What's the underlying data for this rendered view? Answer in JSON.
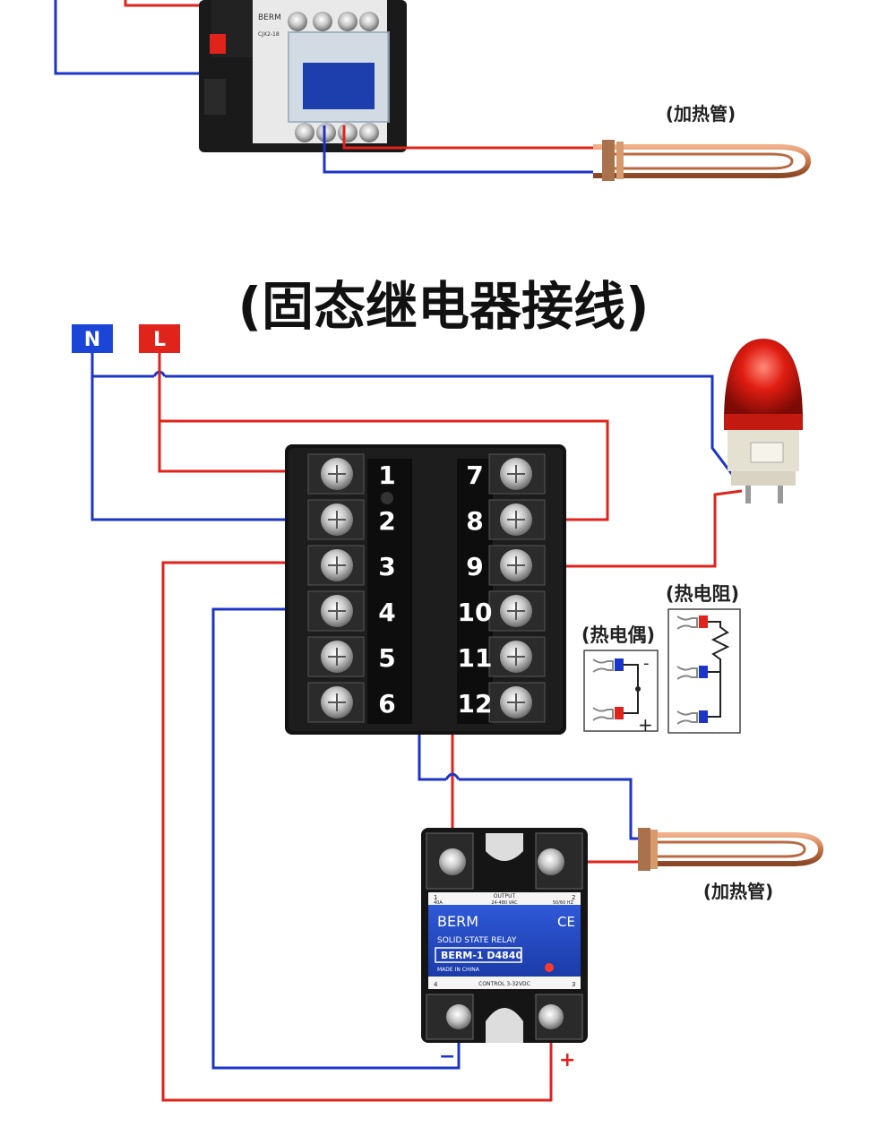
{
  "contactor": {
    "brand": "BERM",
    "model": "CJX2-18"
  },
  "heater_label_top": "(加热管)",
  "title": "(固态继电器接线)",
  "power": {
    "neutral": "N",
    "live": "L"
  },
  "controller": {
    "terminals_left": [
      "1",
      "2",
      "3",
      "4",
      "5",
      "6"
    ],
    "terminals_right": [
      "7",
      "8",
      "9",
      "10",
      "11",
      "12"
    ]
  },
  "thermocouple_label": "(热电偶)",
  "thermocouple_plus": "+",
  "thermocouple_minus": "-",
  "rtd_label": "(热电阻)",
  "ssr": {
    "brand": "BERM",
    "type": "SOLID STATE RELAY",
    "model": "BERM-1 D4840",
    "made_in": "MADE IN CHINA",
    "output": "OUTPUT",
    "output_range": "24-480 VAC",
    "current": "40A",
    "freq": "50/60 HZ",
    "control": "CONTROL 3-32VDC",
    "ce": "CE",
    "terminal_1": "1",
    "terminal_2": "2",
    "terminal_3": "3",
    "terminal_4": "4"
  },
  "heater_label_bottom": "(加热管)",
  "ssr_minus": "−",
  "ssr_plus": "+",
  "colors": {
    "red_wire": "#e0231b",
    "blue_wire": "#1c34c8",
    "n_box": "#1b45d6",
    "l_box": "#e0231b"
  }
}
